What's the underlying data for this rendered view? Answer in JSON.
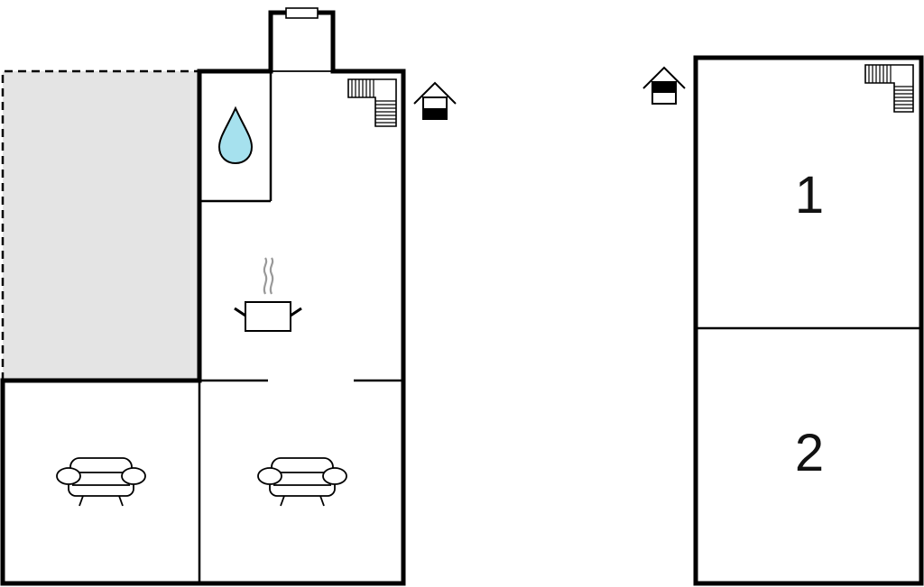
{
  "floor_ground": {
    "rooms": [
      {
        "id": "terrace",
        "type": "outdoor-area",
        "icon": "none"
      },
      {
        "id": "bathroom",
        "type": "bathroom",
        "icon": "water-drop-icon"
      },
      {
        "id": "kitchen",
        "type": "kitchen",
        "icon": "cooking-pot-icon"
      },
      {
        "id": "living-room-left",
        "type": "living-room",
        "icon": "sofa-icon"
      },
      {
        "id": "living-room-right",
        "type": "living-room",
        "icon": "sofa-icon"
      }
    ],
    "markers": [
      "stairs-icon",
      "ground-floor-house-icon"
    ]
  },
  "floor_upper": {
    "rooms": [
      {
        "id": "bedroom-1",
        "label": "1"
      },
      {
        "id": "bedroom-2",
        "label": "2"
      }
    ],
    "markers": [
      "stairs-icon",
      "upper-floor-house-icon"
    ]
  },
  "colors": {
    "wall": "#000000",
    "terrace_fill": "#e4e4e4",
    "water": "#a6e1ee",
    "steam": "#999999"
  }
}
